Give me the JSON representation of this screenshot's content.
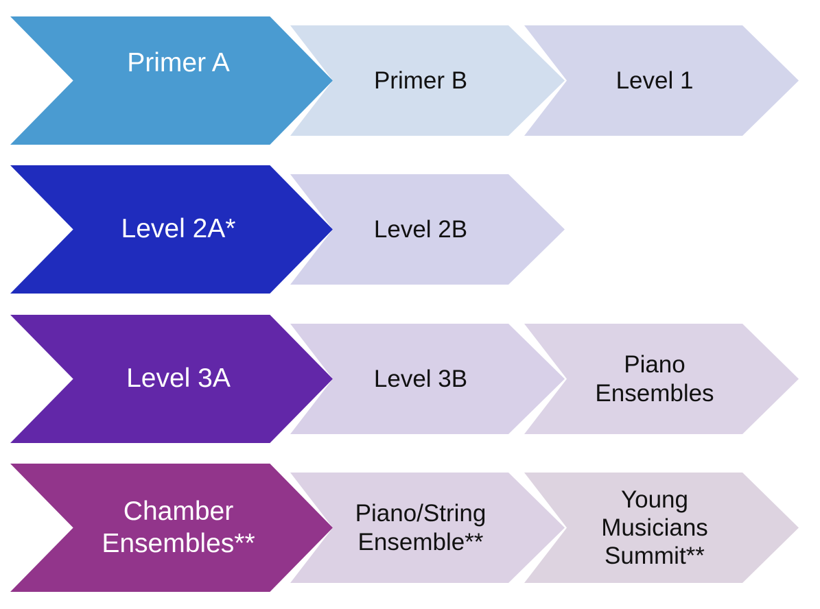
{
  "diagram": {
    "rows": [
      {
        "lead": {
          "label": "Primer A",
          "color": "#4a9bd1"
        },
        "steps": [
          {
            "label": "Primer B",
            "color": "#d2deee"
          },
          {
            "label": "Level 1",
            "color": "#d3d5eb"
          }
        ]
      },
      {
        "lead": {
          "label": "Level 2A*",
          "color": "#1f2cbd"
        },
        "steps": [
          {
            "label": "Level 2B",
            "color": "#d3d2eb"
          }
        ]
      },
      {
        "lead": {
          "label": "Level 3A",
          "color": "#6227a8"
        },
        "steps": [
          {
            "label": "Level 3B",
            "color": "#d8d0e8"
          },
          {
            "label": "Piano\nEnsembles",
            "color": "#dcd3e6"
          }
        ]
      },
      {
        "lead": {
          "label": "Chamber\nEnsembles**",
          "color": "#92358b"
        },
        "steps": [
          {
            "label": "Piano/String\nEnsemble**",
            "color": "#dcd1e4"
          },
          {
            "label": "Young\nMusicians\nSummit**",
            "color": "#ddd3e0"
          }
        ]
      }
    ]
  }
}
